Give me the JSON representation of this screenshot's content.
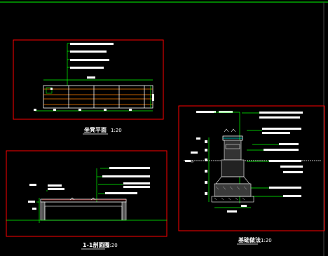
{
  "drawing": {
    "colors": {
      "background": "#000000",
      "frame": "#ff0000",
      "line_green": "#00ff00",
      "line_white": "#ffffff",
      "line_orange": "#ff8000",
      "line_cyan": "#00ffff",
      "accent_yellow": "#ffff00",
      "top_edge": "#00ff00"
    },
    "views": [
      {
        "id": "plan",
        "title": "坐凳平面",
        "scale": "1:20"
      },
      {
        "id": "section",
        "title": "1-1剖面图",
        "scale": "1:20"
      },
      {
        "id": "detail",
        "title": "基础做法",
        "scale": "1:20"
      }
    ]
  }
}
